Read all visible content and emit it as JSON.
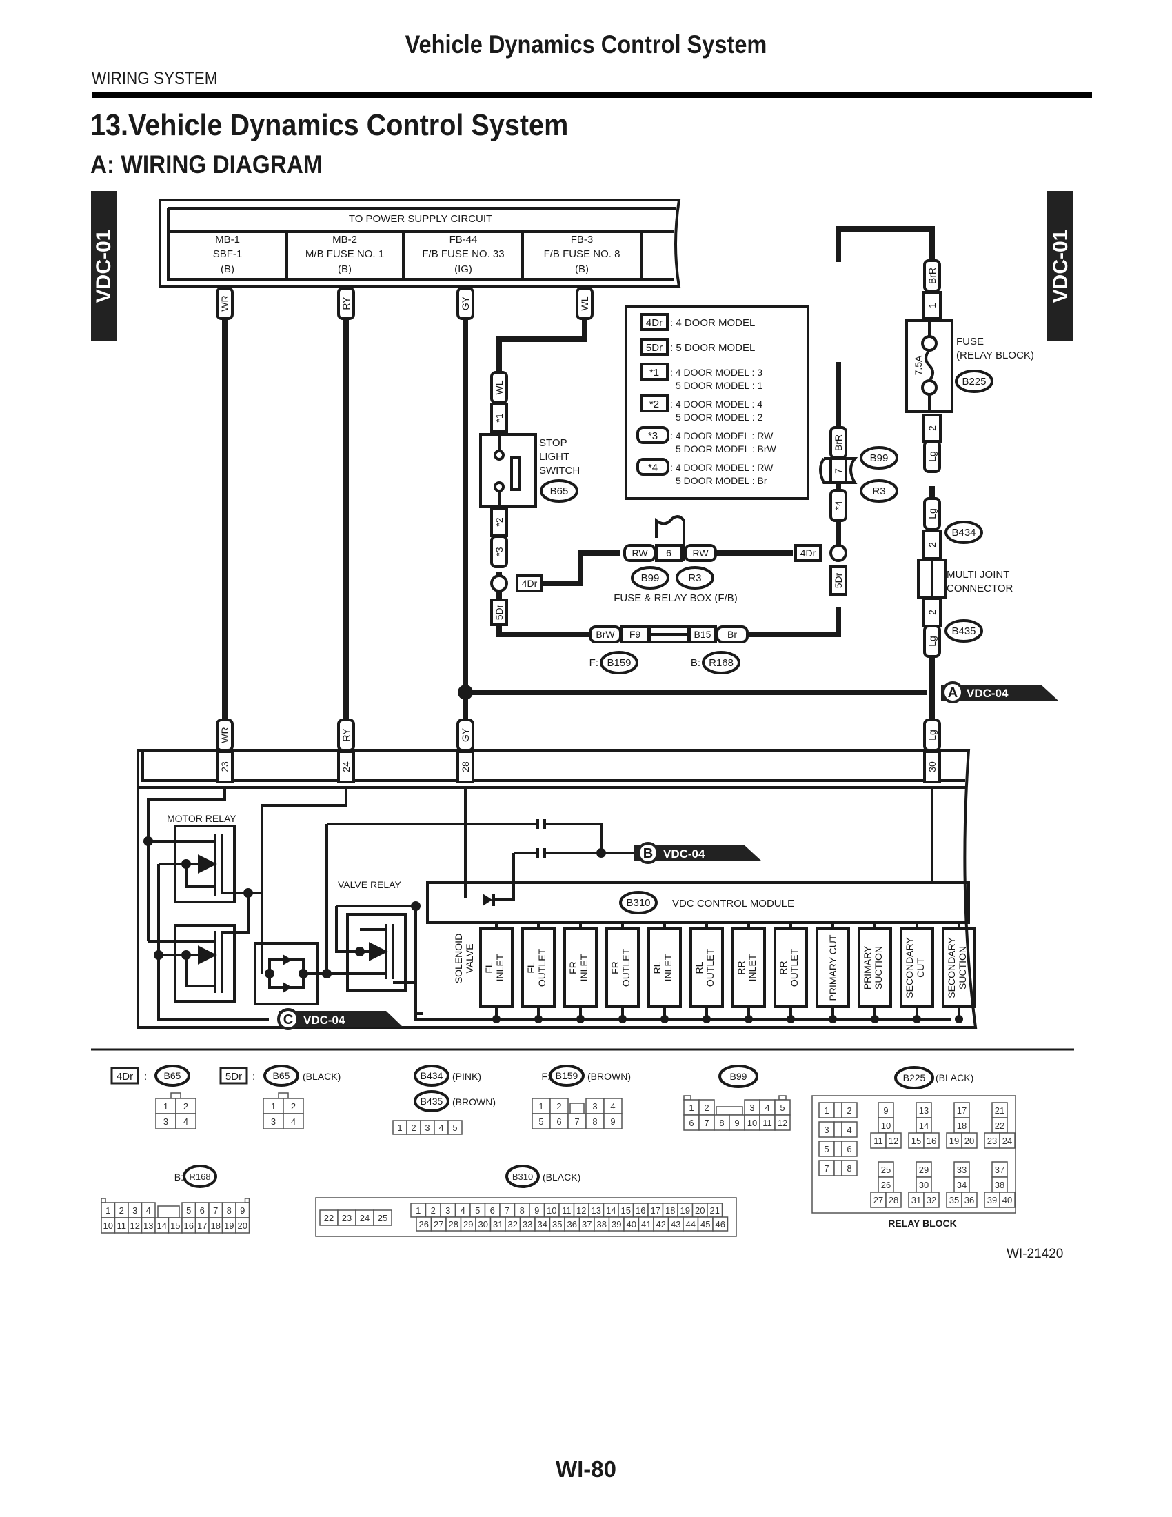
{
  "header": {
    "title": "Vehicle Dynamics Control System",
    "section": "WIRING SYSTEM",
    "chapter": "13.Vehicle Dynamics Control System",
    "subsection": "A:  WIRING DIAGRAM"
  },
  "side_tabs": {
    "left": "VDC-01",
    "right": "VDC-01"
  },
  "power_supply": {
    "title": "TO POWER SUPPLY CIRCUIT",
    "columns": [
      {
        "line1": "MB-1",
        "line2": "SBF-1",
        "line3": "(B)",
        "wire": "WR"
      },
      {
        "line1": "MB-2",
        "line2": "M/B FUSE NO. 1",
        "line3": "(B)",
        "wire": "RY"
      },
      {
        "line1": "FB-44",
        "line2": "F/B FUSE NO. 33",
        "line3": "(IG)",
        "wire": "GY"
      },
      {
        "line1": "FB-3",
        "line2": "F/B FUSE NO. 8",
        "line3": "(B)",
        "wire": "WL"
      }
    ]
  },
  "legend": {
    "items": [
      {
        "tag": "4Dr",
        "text": ": 4 DOOR MODEL",
        "text2": ""
      },
      {
        "tag": "5Dr",
        "text": ": 5 DOOR MODEL",
        "text2": ""
      },
      {
        "tag": "*1",
        "text": ": 4 DOOR MODEL : 3",
        "text2": "5 DOOR MODEL : 1"
      },
      {
        "tag": "*2",
        "text": ": 4 DOOR MODEL : 4",
        "text2": "5 DOOR MODEL : 2"
      },
      {
        "tag": "*3",
        "text": ": 4 DOOR MODEL : RW",
        "text2": "5 DOOR MODEL : BrW"
      },
      {
        "tag": "*4",
        "text": ": 4 DOOR MODEL : RW",
        "text2": "5 DOOR MODEL : Br"
      }
    ]
  },
  "stop_light_switch": {
    "label1": "STOP",
    "label2": "LIGHT",
    "label3": "SWITCH",
    "connector": "B65",
    "wire_in": "WL",
    "pin_in": "*1",
    "pin_out": "*2",
    "wire_out": "*3"
  },
  "fuse_relay_box": {
    "label": "FUSE & RELAY BOX (F/B)",
    "conn1": "B99",
    "conn2": "R3",
    "pin": "6",
    "wire_left": "RW",
    "wire_right": "RW"
  },
  "joint_connector": {
    "f_prefix": "F:",
    "f_conn": "B159",
    "f_pin": "F9",
    "f_wire": "BrW",
    "b_prefix": "B:",
    "b_conn": "R168",
    "b_pin": "B15",
    "b_wire": "Br"
  },
  "variant_tags": {
    "four_door": "4Dr",
    "five_door": "5Dr"
  },
  "relay_fuse": {
    "label1": "FUSE",
    "label2": "(RELAY BLOCK)",
    "rating": "7.5A",
    "connector": "B225",
    "pin_top": "1",
    "pin_bottom": "2",
    "wire_top": "BrR",
    "wire_bottom": "Lg"
  },
  "b99_r3_inline": {
    "wire": "BrR",
    "pin": "7",
    "conn1": "B99",
    "conn2": "R3",
    "wire_below": "*4"
  },
  "multi_joint": {
    "label1": "MULTI JOINT",
    "label2": "CONNECTOR",
    "conn_top": "B434",
    "conn_bottom": "B435",
    "pin_top": "2",
    "pin_bottom": "2",
    "wire": "Lg"
  },
  "refs": {
    "a": {
      "letter": "A",
      "target": "VDC-04"
    },
    "b": {
      "letter": "B",
      "target": "VDC-04"
    },
    "c": {
      "letter": "C",
      "target": "VDC-04"
    }
  },
  "module": {
    "connector": "B310",
    "title": "VDC CONTROL MODULE",
    "pins": [
      {
        "wire": "WR",
        "pin": "23"
      },
      {
        "wire": "RY",
        "pin": "24"
      },
      {
        "wire": "GY",
        "pin": "28"
      },
      {
        "wire": "Lg",
        "pin": "30"
      }
    ],
    "motor_relay": "MOTOR RELAY",
    "valve_relay": "VALVE RELAY",
    "solenoid_label1": "SOLENOID",
    "solenoid_label2": "VALVE",
    "valves": [
      {
        "l1": "FL",
        "l2": "INLET"
      },
      {
        "l1": "FL",
        "l2": "OUTLET"
      },
      {
        "l1": "FR",
        "l2": "INLET"
      },
      {
        "l1": "FR",
        "l2": "OUTLET"
      },
      {
        "l1": "RL",
        "l2": "INLET"
      },
      {
        "l1": "RL",
        "l2": "OUTLET"
      },
      {
        "l1": "RR",
        "l2": "INLET"
      },
      {
        "l1": "RR",
        "l2": "OUTLET"
      },
      {
        "l1": "PRIMARY CUT",
        "l2": ""
      },
      {
        "l1": "PRIMARY",
        "l2": "SUCTION"
      },
      {
        "l1": "SECONDARY",
        "l2": "CUT"
      },
      {
        "l1": "SECONDARY",
        "l2": "SUCTION"
      }
    ]
  },
  "connector_views": {
    "b65_4dr": {
      "tag": "4Dr",
      "sep": ":",
      "conn": "B65",
      "color": "",
      "pins": [
        "1",
        "2",
        "3",
        "4"
      ]
    },
    "b65_5dr": {
      "tag": "5Dr",
      "sep": ":",
      "conn": "B65",
      "color": "(BLACK)",
      "pins": [
        "1",
        "2",
        "3",
        "4"
      ]
    },
    "b434": {
      "conn": "B434",
      "color": "(PINK)"
    },
    "b435": {
      "conn": "B435",
      "color": "(BROWN)",
      "pins": [
        "1",
        "2",
        "3",
        "4",
        "5"
      ]
    },
    "b159": {
      "prefix": "F:",
      "conn": "B159",
      "color": "(BROWN)",
      "row1": [
        "1",
        "2",
        "",
        "3",
        "4"
      ],
      "row2": [
        "5",
        "6",
        "7",
        "8",
        "9"
      ]
    },
    "b99": {
      "conn": "B99",
      "row1": [
        "1",
        "2",
        "",
        "",
        "3",
        "4",
        "5"
      ],
      "row2": [
        "6",
        "7",
        "8",
        "9",
        "10",
        "11",
        "12"
      ]
    },
    "b225": {
      "conn": "B225",
      "color": "(BLACK)",
      "caption": "RELAY BLOCK",
      "left_pairs": [
        [
          "1",
          "2"
        ],
        [
          "3",
          "4"
        ],
        [
          "5",
          "6"
        ],
        [
          "7",
          "8"
        ]
      ],
      "groups": [
        [
          "9",
          "10",
          "11",
          "12"
        ],
        [
          "13",
          "14",
          "15",
          "16"
        ],
        [
          "17",
          "18",
          "19",
          "20"
        ],
        [
          "21",
          "22",
          "23",
          "24"
        ],
        [
          "25",
          "26",
          "27",
          "28"
        ],
        [
          "29",
          "30",
          "31",
          "32"
        ],
        [
          "33",
          "34",
          "35",
          "36"
        ],
        [
          "37",
          "38",
          "39",
          "40"
        ]
      ]
    },
    "r168": {
      "prefix": "B:",
      "conn": "R168",
      "row1": [
        "1",
        "2",
        "3",
        "4",
        "",
        "",
        "5",
        "6",
        "7",
        "8",
        "9"
      ],
      "row2": [
        "10",
        "11",
        "12",
        "13",
        "14",
        "15",
        "16",
        "17",
        "18",
        "19",
        "20"
      ]
    },
    "b310": {
      "conn": "B310",
      "color": "(BLACK)",
      "left": [
        "22",
        "23",
        "24",
        "25"
      ],
      "row1": [
        "1",
        "2",
        "3",
        "4",
        "5",
        "6",
        "7",
        "8",
        "9",
        "10",
        "11",
        "12",
        "13",
        "14",
        "15",
        "16",
        "17",
        "18",
        "19",
        "20",
        "21"
      ],
      "row2": [
        "26",
        "27",
        "28",
        "29",
        "30",
        "31",
        "32",
        "33",
        "34",
        "35",
        "36",
        "37",
        "38",
        "39",
        "40",
        "41",
        "42",
        "43",
        "44",
        "45",
        "46"
      ]
    }
  },
  "footer": {
    "figure_id": "WI-21420",
    "page": "WI-80"
  }
}
